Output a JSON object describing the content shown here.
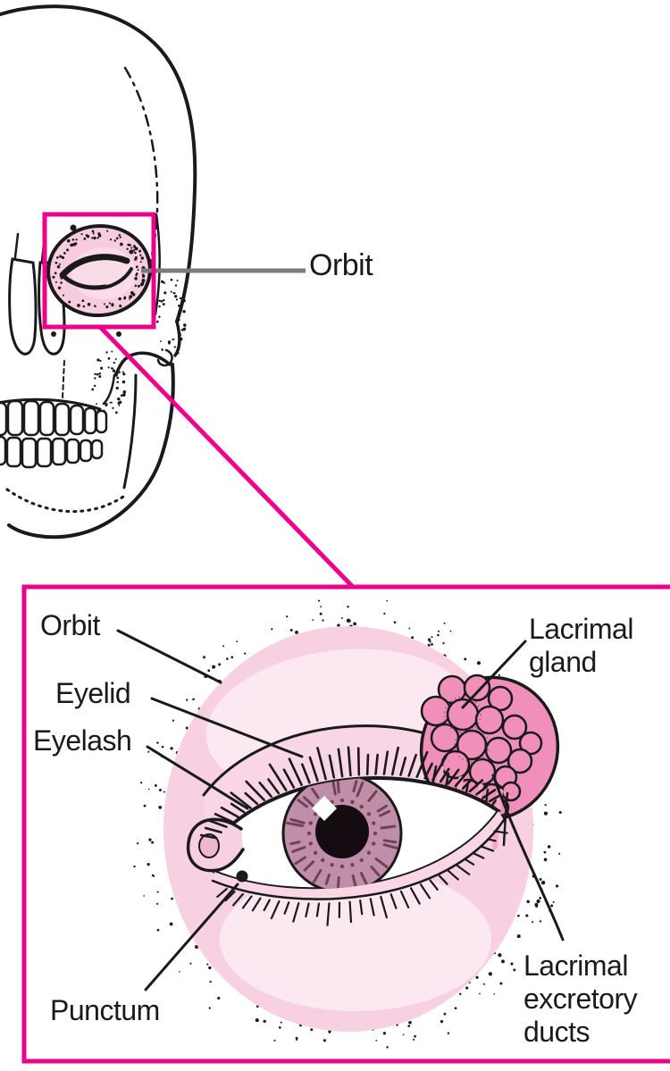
{
  "labels": {
    "orbit_skull": "Orbit",
    "orbit": "Orbit",
    "eyelid": "Eyelid",
    "eyelash": "Eyelash",
    "punctum": "Punctum",
    "lacrimal_gland": "Lacrimal gland",
    "lacrimal_excretory_ducts": "Lacrimal excretory ducts"
  },
  "colors": {
    "background": "#ffffff",
    "ink": "#1a1a1a",
    "accent_magenta": "#ec008c",
    "leader_gray": "#7b7b7b",
    "skin_pink": "#f7d0e1",
    "skin_light_pink": "#fce8f1",
    "lid_pink": "#f8d6e5",
    "bone_pink": "#f7ccdf",
    "inner_bone_pink": "#fadce9",
    "gland_pink": "#ef8fba",
    "duct_pink": "#f4a9c9",
    "caruncle_pink": "#eeb6d0",
    "iris_mauve": "#c18ea9",
    "iris_detail": "#6e4257",
    "pupil_black": "#140c10"
  }
}
